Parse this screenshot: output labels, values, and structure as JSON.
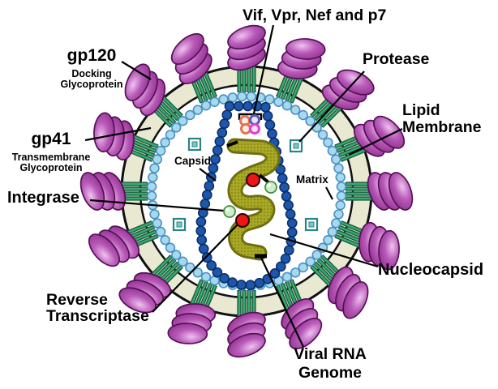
{
  "figure": {
    "description": "Cross-section diagram of an HIV virion with labeled structural components"
  },
  "labels": {
    "accessory": "Vif, Vpr, Nef and p7",
    "protease": "Protease",
    "lipid1": "Lipid",
    "lipid2": "Membrane",
    "gp120": "gp120",
    "gp120_sub1": "Docking",
    "gp120_sub2": "Glycoprotein",
    "gp41": "gp41",
    "gp41_sub1": "Transmembrane",
    "gp41_sub2": "Glycoprotein",
    "capsid": "Capsid",
    "matrix": "Matrix",
    "integrase": "Integrase",
    "nucleocapsid": "Nucleocapsid",
    "rt1": "Reverse",
    "rt2": "Transcriptase",
    "rna1": "Viral RNA",
    "rna2": "Genome"
  },
  "colors": {
    "background": "#ffffff",
    "outline": "#111111",
    "pointer": "#000000",
    "membrane_fill": "#e9e9d2",
    "matrix_bead": "#a7d9ee",
    "matrix_bead_edge": "#4a90c2",
    "capsid_bead": "#1d56aa",
    "capsid_bead_edge": "#0a2d66",
    "spike_petal_light": "#efc3ef",
    "spike_petal_mid": "#b85ab8",
    "spike_petal_dark": "#8a2a8a",
    "spike_petal_edge": "#551155",
    "stalk_dark": "#1b5e3b",
    "stalk_light": "#3aa876",
    "rna_fill": "#a9a925",
    "rna_edge": "#6f6f12",
    "rna_dot": "#50500a",
    "protease_square": "#2a8585",
    "protease_square_fill": "#7fc4c4",
    "rt_dot": "#ee1515",
    "rt_dot_edge": "#2a0000",
    "integrase_dot": "#cdeec8",
    "integrase_dot_edge": "#4c8b44",
    "cluster_salmon": "#e07456",
    "cluster_salmon_fill": "#ffeee8",
    "cluster_violet": "#5c58b0",
    "cluster_violet_fill": "#e8e6f8",
    "cluster_magenta": "#e03fd0",
    "cluster_magenta_fill": "#fbe0f6"
  }
}
